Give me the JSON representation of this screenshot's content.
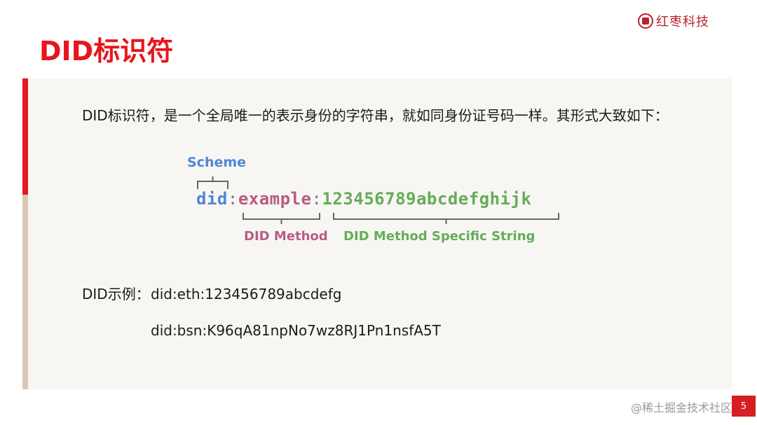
{
  "header": {
    "logo_text": "红枣科技",
    "title": "DID标识符"
  },
  "content": {
    "intro": "DID标识符，是一个全局唯一的表示身份的字符串，就如同身份证号码一样。其形式大致如下：",
    "diagram": {
      "scheme_label": "Scheme",
      "scheme": "did",
      "separator": ":",
      "method": "example",
      "specific": "123456789abcdefghijk",
      "method_label": "DID Method",
      "specific_label": "DID Method Specific String",
      "colors": {
        "scheme": "#4f86d9",
        "method": "#b85c85",
        "specific": "#64ad5a"
      }
    },
    "examples": {
      "label": "DID示例：",
      "values": [
        "did:eth:123456789abcdefg",
        "did:bsn:K96qA81npNo7wz8RJ1Pn1nsfA5T"
      ]
    }
  },
  "footer": {
    "watermark": "@稀土掘金技术社区",
    "page_number": "5"
  },
  "theme": {
    "accent": "#e31a1f",
    "panel": "#f8f6f2",
    "accent_secondary": "#d7c9b6"
  }
}
